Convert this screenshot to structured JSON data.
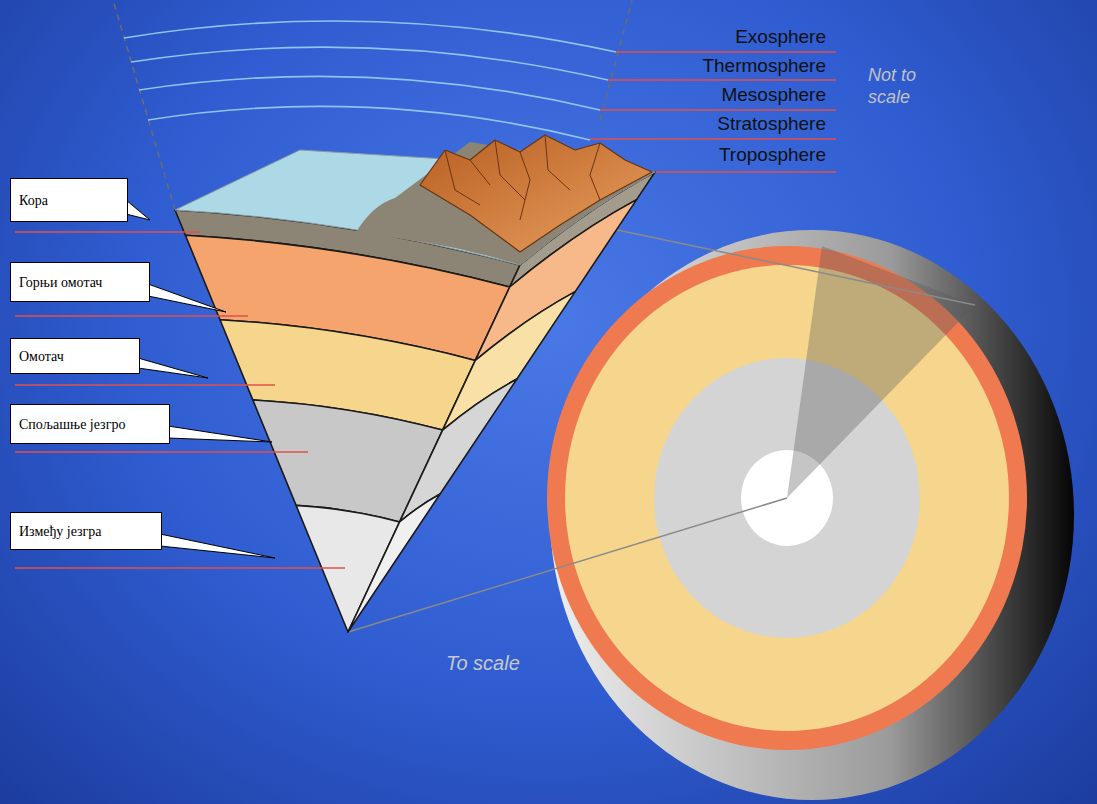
{
  "diagram": {
    "nodes": [
      {
        "text": [
          "Кора"
        ]
      },
      {
        "text": [
          "Горњи омотач"
        ]
      },
      {
        "text": [
          "Омотач"
        ]
      },
      {
        "text": [
          "Спољашње језгро"
        ]
      },
      {
        "text": [
          "Између језгра"
        ]
      }
    ],
    "labels": [
      "Exosphere",
      "Thermosphere",
      "Mesosphere",
      "Stratosphere",
      "Troposphere",
      "Not to scale",
      "To scale"
    ]
  }
}
